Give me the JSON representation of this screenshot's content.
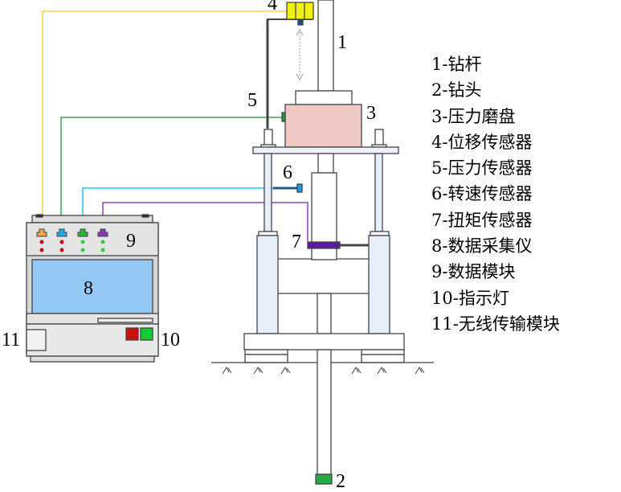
{
  "callouts": {
    "n1": "1",
    "n2": "2",
    "n3": "3",
    "n4": "4",
    "n5": "5",
    "n6": "6",
    "n7": "7",
    "n8": "8",
    "n9": "9",
    "n10": "10",
    "n11": "11"
  },
  "legend": [
    "1-钻杆",
    "2-钻头",
    "3-压力磨盘",
    "4-位移传感器",
    "5-压力传感器",
    "6-转速传感器",
    "7-扭矩传感器",
    "8-数据采集仪",
    "9-数据模块",
    "10-指示灯",
    "11-无线传输模块"
  ],
  "colors": {
    "yellow_wire": "#f5d442",
    "green_wire": "#33aa55",
    "blue_wire": "#33bbee",
    "purple_wire": "#8844bb",
    "disc": "#f0c8c4",
    "screen": "#93c8f5",
    "column": "#e6eff9",
    "sensor4": "#f2ee1a",
    "torque": "#5a1a9a",
    "bit": "#22aa44"
  }
}
